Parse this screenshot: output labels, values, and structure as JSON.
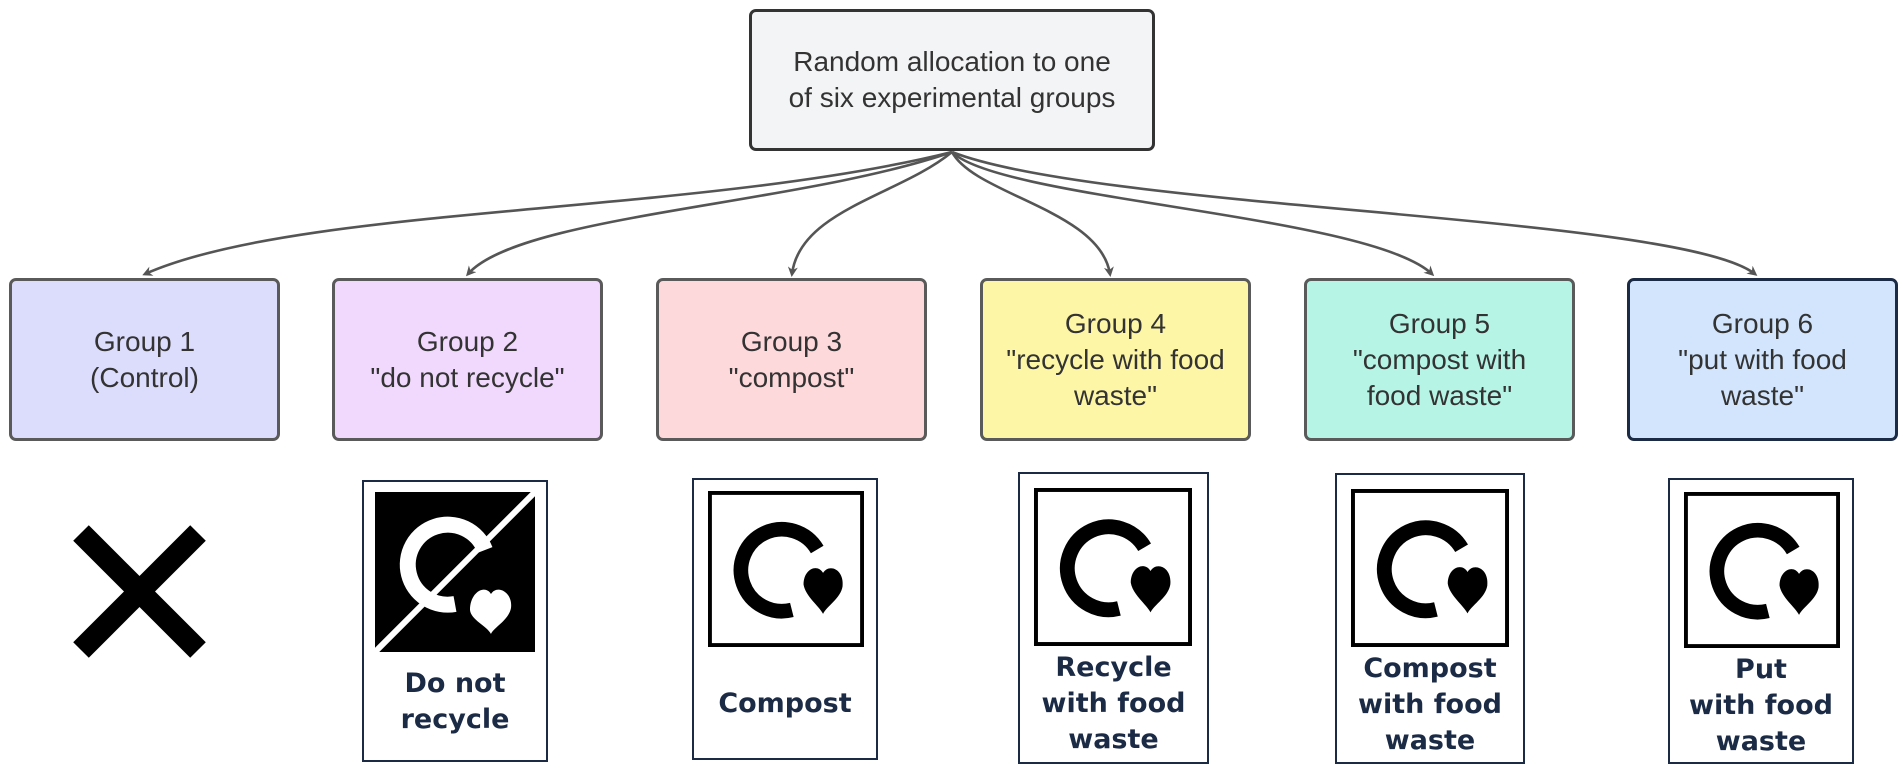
{
  "root": {
    "lines": [
      "Random allocation to one",
      "of six experimental groups"
    ]
  },
  "groups": [
    {
      "lines": [
        "Group 1",
        "(Control)"
      ],
      "fill": "#dcdcfd",
      "border": "#5a5a5a"
    },
    {
      "lines": [
        "Group 2",
        "\"do not recycle\""
      ],
      "fill": "#f1d9fd",
      "border": "#5a5a5a"
    },
    {
      "lines": [
        "Group 3",
        "\"compost\""
      ],
      "fill": "#fdd9dc",
      "border": "#5a5a5a"
    },
    {
      "lines": [
        "Group 4",
        "\"recycle with food",
        "waste\""
      ],
      "fill": "#fdf6a7",
      "border": "#5a5a5a"
    },
    {
      "lines": [
        "Group 5",
        "\"compost with",
        "food waste\""
      ],
      "fill": "#b6f4e6",
      "border": "#5a5a5a"
    },
    {
      "lines": [
        "Group 6",
        "\"put with food",
        "waste\""
      ],
      "fill": "#d2e5fd",
      "border": "#1b2a45"
    }
  ],
  "labels": [
    {
      "icon": "cross-icon",
      "lines": []
    },
    {
      "icon": "do-not-recycle-icon",
      "lines": [
        "Do not",
        "recycle"
      ]
    },
    {
      "icon": "compost-icon",
      "lines": [
        "Compost"
      ]
    },
    {
      "icon": "recycle-with-food-waste-icon",
      "lines": [
        "Recycle",
        "with food",
        "waste"
      ]
    },
    {
      "icon": "compost-with-food-waste-icon",
      "lines": [
        "Compost",
        "with food",
        "waste"
      ]
    },
    {
      "icon": "put-with-food-waste-icon",
      "lines": [
        "Put",
        "with food",
        "waste"
      ]
    }
  ],
  "colors": {
    "text": "#333333",
    "connector": "#555555",
    "label_ink": "#1b2a45",
    "symbol": "#000000"
  }
}
